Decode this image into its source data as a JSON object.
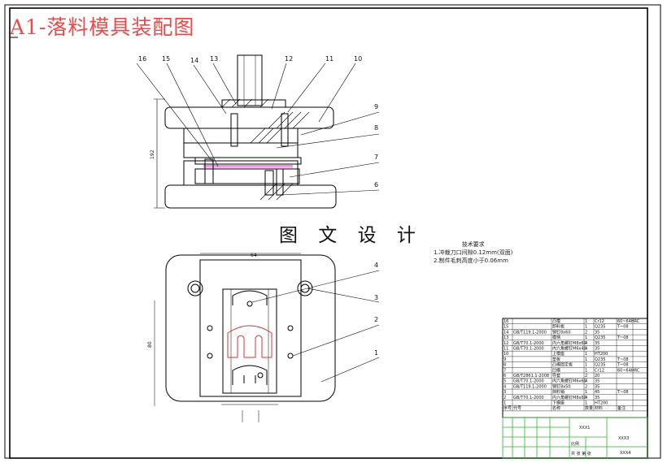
{
  "title": "A1-落料模具装配图",
  "watermark": "图 文 设 计",
  "tech_requirements": {
    "heading": "技术要求",
    "lines": [
      "1.冲裁刀口间隙0.12mm(双面)",
      "2.制件毛刺高度小于0.06mm"
    ]
  },
  "part_callouts": [
    "1",
    "2",
    "3",
    "4",
    "6",
    "7",
    "8",
    "9",
    "10",
    "11",
    "12",
    "13",
    "14",
    "15",
    "16"
  ],
  "dimensions": {
    "front_height": "192",
    "plan_width": "64",
    "plan_height": "80"
  },
  "bom_rows": [
    [
      "16",
      "",
      "凸模",
      "1",
      "Cr12",
      "60~64HRC"
    ],
    [
      "15",
      "",
      "卸料板",
      "1",
      "Q235",
      "T~08"
    ],
    [
      "14",
      "GB/T119.1-2000",
      "销钉8x60",
      "2",
      "35",
      ""
    ],
    [
      "13",
      "",
      "模柄",
      "1",
      "Q235",
      "T~08"
    ],
    [
      "12",
      "GB/T70.1-2000",
      "内六角螺钉M8x60",
      "4",
      "35",
      ""
    ],
    [
      "11",
      "GB/T70.1-2000",
      "内六角螺钉M6x40",
      "4",
      "35",
      ""
    ],
    [
      "10",
      "",
      "上模座",
      "1",
      "HT200",
      ""
    ],
    [
      "9",
      "",
      "垫板",
      "1",
      "Q235",
      "T~08"
    ],
    [
      "8",
      "",
      "凸模固定板",
      "1",
      "Q235",
      "T~08"
    ],
    [
      "7",
      "",
      "凹模",
      "1",
      "Cr12",
      "60~64HRC"
    ],
    [
      "6",
      "GB/T2861.1-2008",
      "导套",
      "2",
      "20",
      ""
    ],
    [
      "5",
      "GB/T70.1-2000",
      "内六角螺钉M6x60",
      "4",
      "35",
      ""
    ],
    [
      "4",
      "GB/T119.1-2000",
      "销钉8x50",
      "2",
      "35",
      ""
    ],
    [
      "3",
      "",
      "挡料销",
      "1",
      "45",
      "T~08"
    ],
    [
      "2",
      "GB/T70.1-2000",
      "内六角螺钉M8x60",
      "4",
      "35",
      ""
    ],
    [
      "1",
      "",
      "下模座",
      "1",
      "HT200",
      ""
    ]
  ],
  "bom_header": [
    "序号",
    "代号",
    "名称",
    "数量",
    "材料",
    "备注"
  ],
  "title_block": {
    "drawing_no": "XXX1",
    "name": "XXX3",
    "school": "XXX4",
    "scale_label": "比例",
    "sheet_label": "共 张 第 张"
  },
  "colors": {
    "title": "#f04848",
    "frame": "#000000",
    "title_block_grid": "#2bb52b",
    "strip": "#e86ad8",
    "hidden_cut": "#e03030"
  }
}
